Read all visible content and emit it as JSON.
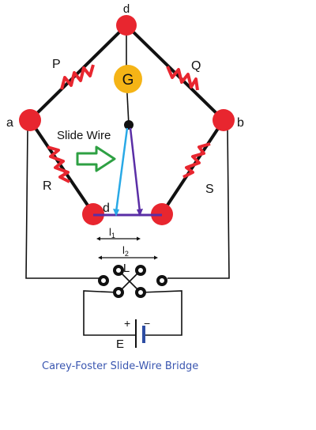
{
  "labels": {
    "top_node": "d",
    "left_node": "a",
    "right_node": "b",
    "bottom_left_node": "d",
    "resistor_p": "P",
    "resistor_q": "Q",
    "resistor_r": "R",
    "resistor_s": "S",
    "galvanometer": "G",
    "slide_wire": "Slide Wire",
    "length_l1": "l",
    "length_l1_sub": "1",
    "length_l2": "l",
    "length_l2_sub": "2",
    "length_total": "L",
    "battery": "E",
    "battery_plus": "+",
    "battery_minus": "−"
  },
  "caption": "Carey-Foster Slide-Wire Bridge",
  "colors": {
    "node": "#e8262f",
    "galvanometer": "#f5b416",
    "resistor": "#e8262f",
    "wire": "#111111",
    "slide_arrow_light": "#29a9e6",
    "slide_arrow_dark": "#5a2ea6",
    "slide_wire_bar": "#5a2ea6",
    "pointer_arrow": "#2ea043",
    "caption": "#3a56b0",
    "battery_plate": "#2d4da3"
  },
  "icons": {
    "pointer": "right-arrow-outline-icon",
    "galvanometer": "galvanometer-circle-icon"
  }
}
